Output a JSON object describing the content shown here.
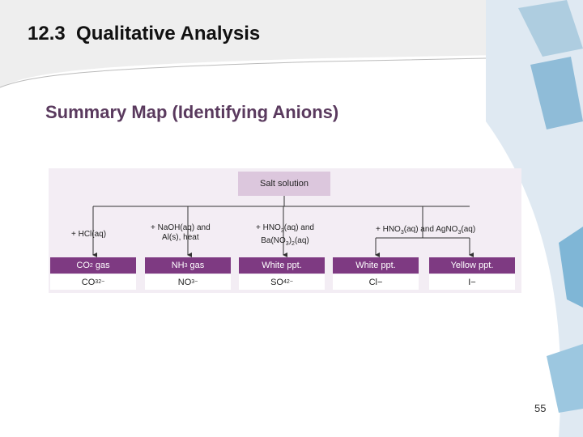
{
  "slide": {
    "title": "12.3  Qualitative Analysis",
    "subtitle": "Summary Map (Identifying Anions)",
    "page_number": "55"
  },
  "map": {
    "root": "Salt solution",
    "reagents": [
      {
        "line1": "+ HCl(aq)",
        "line2": ""
      },
      {
        "line1": "+ NaOH(aq) and",
        "line2": "Al(s), heat"
      },
      {
        "line1": "+ HNO3(aq) and",
        "line2": "Ba(NO3)2(aq)"
      },
      {
        "line1": "+ HNO3(aq) and AgNO3(aq)",
        "line2": ""
      }
    ],
    "results": [
      "CO2 gas",
      "NH3 gas",
      "White ppt.",
      "White ppt.",
      "Yellow ppt."
    ],
    "anions": [
      "CO32−",
      "NO3−",
      "SO42−",
      "Cl−",
      "I−"
    ]
  },
  "colors": {
    "panel_bg": "#f3edf4",
    "root_box": "#dcc7dd",
    "result_box": "#7e3a82",
    "title_text": "#5a3a5e"
  }
}
